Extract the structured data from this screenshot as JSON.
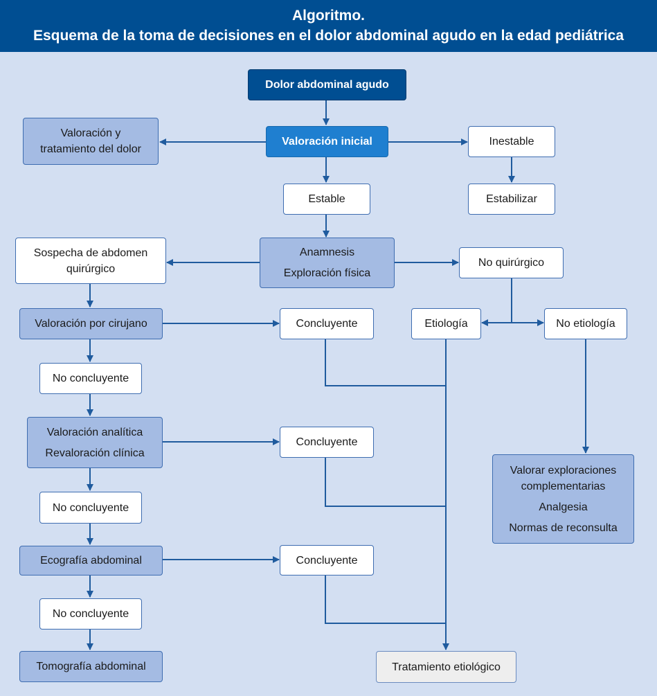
{
  "header": {
    "line1": "Algoritmo.",
    "line2": "Esquema de la toma de decisiones en el dolor abdominal agudo en la edad pediátrica"
  },
  "nodes": {
    "dolor_abdominal_agudo": "Dolor abdominal agudo",
    "valoracion_dolor_1": "Valoración y",
    "valoracion_dolor_2": "tratamiento del dolor",
    "valoracion_inicial": "Valoración inicial",
    "inestable": "Inestable",
    "estable": "Estable",
    "estabilizar": "Estabilizar",
    "sospecha_1": "Sospecha de abdomen",
    "sospecha_2": "quirúrgico",
    "anamnesis": "Anamnesis",
    "exploracion_fisica": "Exploración física",
    "no_quirurgico": "No quirúrgico",
    "valoracion_cirujano": "Valoración por cirujano",
    "concluyente_1": "Concluyente",
    "etiologia": "Etiología",
    "no_etiologia": "No etiología",
    "no_concluyente_1": "No concluyente",
    "valoracion_analitica": "Valoración analítica",
    "revaloracion_clinica": "Revaloración clínica",
    "concluyente_2": "Concluyente",
    "valorar_1": "Valorar exploraciones",
    "valorar_2": "complementarias",
    "analgesia": "Analgesia",
    "normas_reconsulta": "Normas de reconsulta",
    "no_concluyente_2": "No concluyente",
    "ecografia_abdominal": "Ecografía abdominal",
    "concluyente_3": "Concluyente",
    "no_concluyente_3": "No concluyente",
    "tomografia_abdominal": "Tomografía abdominal",
    "tratamiento_etiologico": "Tratamiento etiológico"
  },
  "colors": {
    "header": "#004e92",
    "background": "#d3dff2",
    "dark_node": "#004e92",
    "highlight_node": "#1f7fd0",
    "mid_node": "#a4bbe3",
    "line": "#1f5b9e"
  }
}
